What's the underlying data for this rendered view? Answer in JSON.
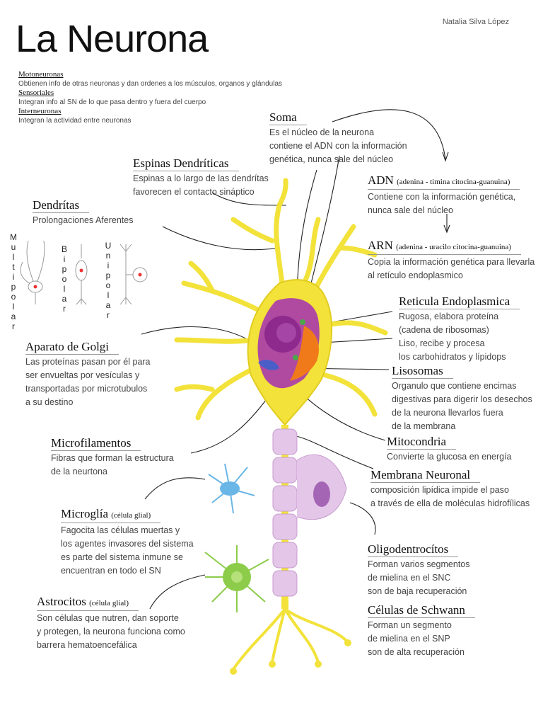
{
  "title": "La Neurona",
  "author": "Natalia Silva López",
  "categories": [
    {
      "name": "Motoneuronas",
      "desc": "Obtienen info de otras neuronas y dan ordenes a los músculos, organos y glándulas"
    },
    {
      "name": "Sensoriales",
      "desc": "Integran info al SN de lo que pasa dentro y fuera del cuerpo"
    },
    {
      "name": "Interneuronas",
      "desc": "Integran la actividad entre neuronas"
    }
  ],
  "labels": {
    "soma": {
      "title": "Soma",
      "lines": [
        "Es el núcleo de la neurona",
        "contiene el ADN con la información",
        "genética, nunca sale del núcleo"
      ]
    },
    "espinas": {
      "title": "Espinas Dendríticas",
      "lines": [
        "Espinas a lo largo de las dendrítas",
        "favorecen el contacto sináptico"
      ]
    },
    "dendritas": {
      "title": "Dendrítas",
      "lines": [
        "Prolongaciones Aferentes"
      ]
    },
    "adn": {
      "title": "ADN",
      "sub": "(adenina - timina citocina-guanuina)",
      "lines": [
        "Contiene con la información genética,",
        "nunca sale del núcleo"
      ]
    },
    "arn": {
      "title": "ARN",
      "sub": "(adenina - uracilo citocina-guanuina)",
      "lines": [
        "Copia la información genética para llevarla",
        "al retículo endoplasmico"
      ]
    },
    "reticula": {
      "title": "Reticula Endoplasmica",
      "lines": [
        "Rugosa, elabora proteína",
        "(cadena de ribosomas)",
        "Liso, recibe y procesa",
        "los carbohidratos y lípidops"
      ]
    },
    "golgi": {
      "title": "Aparato de Golgi",
      "lines": [
        "Las proteínas pasan por él para",
        "ser envueltas por vesículas y",
        "transportadas por microtubulos",
        "a su destino"
      ]
    },
    "lisosomas": {
      "title": "Lisosomas",
      "lines": [
        "Organulo que contiene encimas",
        "digestivas para digerir los desechos",
        "de la neurona llevarlos fuera",
        "de la membrana"
      ]
    },
    "microfilamentos": {
      "title": "Microfilamentos",
      "lines": [
        "Fibras que forman la estructura",
        "de la neurtona"
      ]
    },
    "mitocondria": {
      "title": "Mitocondria",
      "lines": [
        "Convierte la glucosa en energía"
      ]
    },
    "membrana": {
      "title": "Membrana Neuronal",
      "lines": [
        "composición lipídica impide el paso",
        "a través de ella de moléculas hidrofílicas"
      ]
    },
    "microglia": {
      "title": "Microglía",
      "sub": "(célula glial)",
      "lines": [
        "Fagocita las células muertas y",
        "los agentes invasores del sistema",
        "es parte del sistema inmune se",
        "encuentran en todo el SN"
      ]
    },
    "oligo": {
      "title": "Oligodentrocítos",
      "lines": [
        "Forman varios segmentos",
        "de mielina en el SNC",
        "son de baja recuperación"
      ]
    },
    "astrocitos": {
      "title": "Astrocitos",
      "sub": "(célula glial)",
      "lines": [
        "Son células que nutren, dan soporte",
        "y protegen, la neurona funciona como",
        "barrera hematoencefálica"
      ]
    },
    "schwann": {
      "title": "Células de Schwann",
      "lines": [
        "Forman un segmento",
        "de mielina en el SNP",
        "son de alta recuperación"
      ]
    }
  },
  "types": {
    "multipolar": [
      "M",
      "u",
      "l",
      "t",
      "i",
      "p",
      "o",
      "l",
      "a",
      "r"
    ],
    "bipolar": [
      "B",
      "i",
      "p",
      "o",
      "l",
      "a",
      "r"
    ],
    "unipolar": [
      "U",
      "n",
      "i",
      "p",
      "o",
      "l",
      "a",
      "r"
    ]
  },
  "colors": {
    "soma": "#f2e23a",
    "nucleus": "#8e2a8e",
    "er": "#f07a1a",
    "myelin": "#e4c6e8",
    "microglia": "#6ab6e6",
    "astrocyte": "#8ccc4a"
  }
}
